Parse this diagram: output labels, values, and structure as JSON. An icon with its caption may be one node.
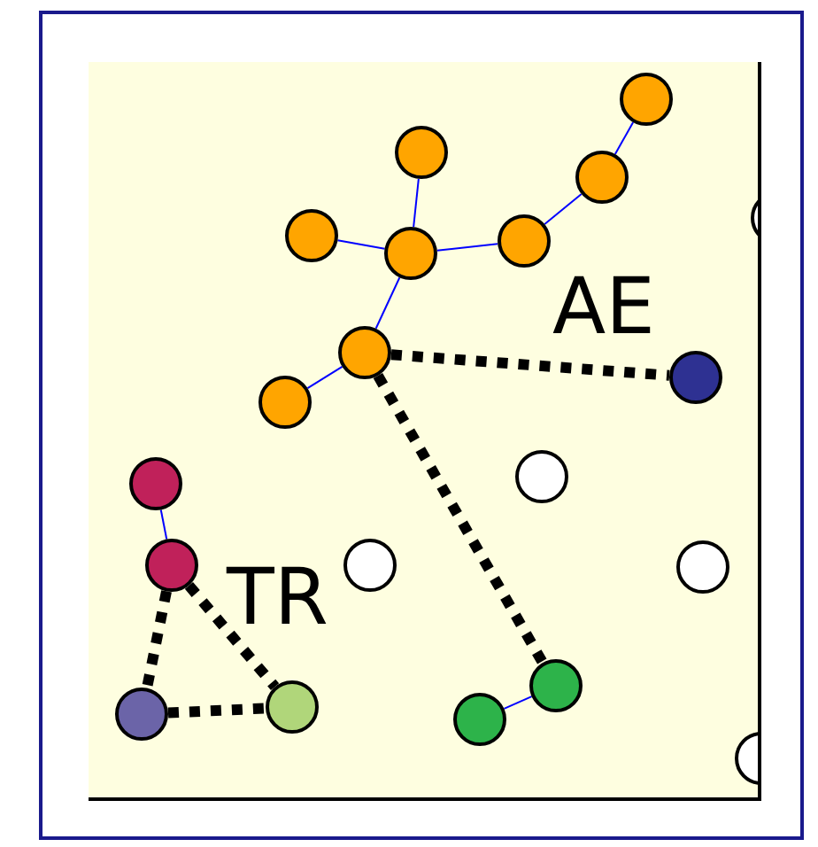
{
  "diagram": {
    "nodes": [
      {
        "text": [],
        "shape": "circle"
      },
      {
        "text": [],
        "shape": "circle"
      },
      {
        "text": [],
        "shape": "circle"
      },
      {
        "text": [],
        "shape": "circle"
      },
      {
        "text": [],
        "shape": "circle"
      },
      {
        "text": [],
        "shape": "circle"
      },
      {
        "text": [],
        "shape": "circle"
      },
      {
        "text": [],
        "shape": "circle"
      },
      {
        "text": [],
        "shape": "circle"
      },
      {
        "text": [],
        "shape": "circle"
      },
      {
        "text": [],
        "shape": "circle"
      },
      {
        "text": [],
        "shape": "circle"
      },
      {
        "text": [],
        "shape": "circle"
      },
      {
        "text": [],
        "shape": "circle"
      },
      {
        "text": [],
        "shape": "circle"
      },
      {
        "text": [],
        "shape": "circle"
      },
      {
        "text": [],
        "shape": "circle"
      },
      {
        "text": [],
        "shape": "circle"
      },
      {
        "text": [],
        "shape": "circle"
      },
      {
        "text": [],
        "shape": "circle"
      }
    ],
    "edges": [
      {
        "from": 0,
        "to": 2,
        "arrow": "none"
      },
      {
        "from": 2,
        "to": 5,
        "arrow": "none"
      },
      {
        "from": 5,
        "to": 6,
        "arrow": "none"
      },
      {
        "from": 1,
        "to": 6,
        "arrow": "none"
      },
      {
        "from": 4,
        "to": 6,
        "arrow": "none"
      },
      {
        "from": 6,
        "to": 7,
        "arrow": "none"
      },
      {
        "from": 7,
        "to": 9,
        "arrow": "none"
      },
      {
        "from": 7,
        "to": 8,
        "arrow": "none",
        "style": "dashed",
        "color": "#000000"
      },
      {
        "from": 7,
        "to": 15,
        "arrow": "none",
        "style": "dashed",
        "color": "#000000"
      },
      {
        "from": 11,
        "to": 13,
        "arrow": "none"
      },
      {
        "from": 13,
        "to": 17,
        "arrow": "none",
        "style": "dashed",
        "color": "#000000"
      },
      {
        "from": 13,
        "to": 16,
        "arrow": "none",
        "style": "dashed",
        "color": "#000000"
      },
      {
        "from": 17,
        "to": 16,
        "arrow": "none",
        "style": "dashed",
        "color": "#000000"
      },
      {
        "from": 15,
        "to": 18,
        "arrow": "none"
      }
    ],
    "labels": [
      "AE",
      "TR"
    ]
  }
}
